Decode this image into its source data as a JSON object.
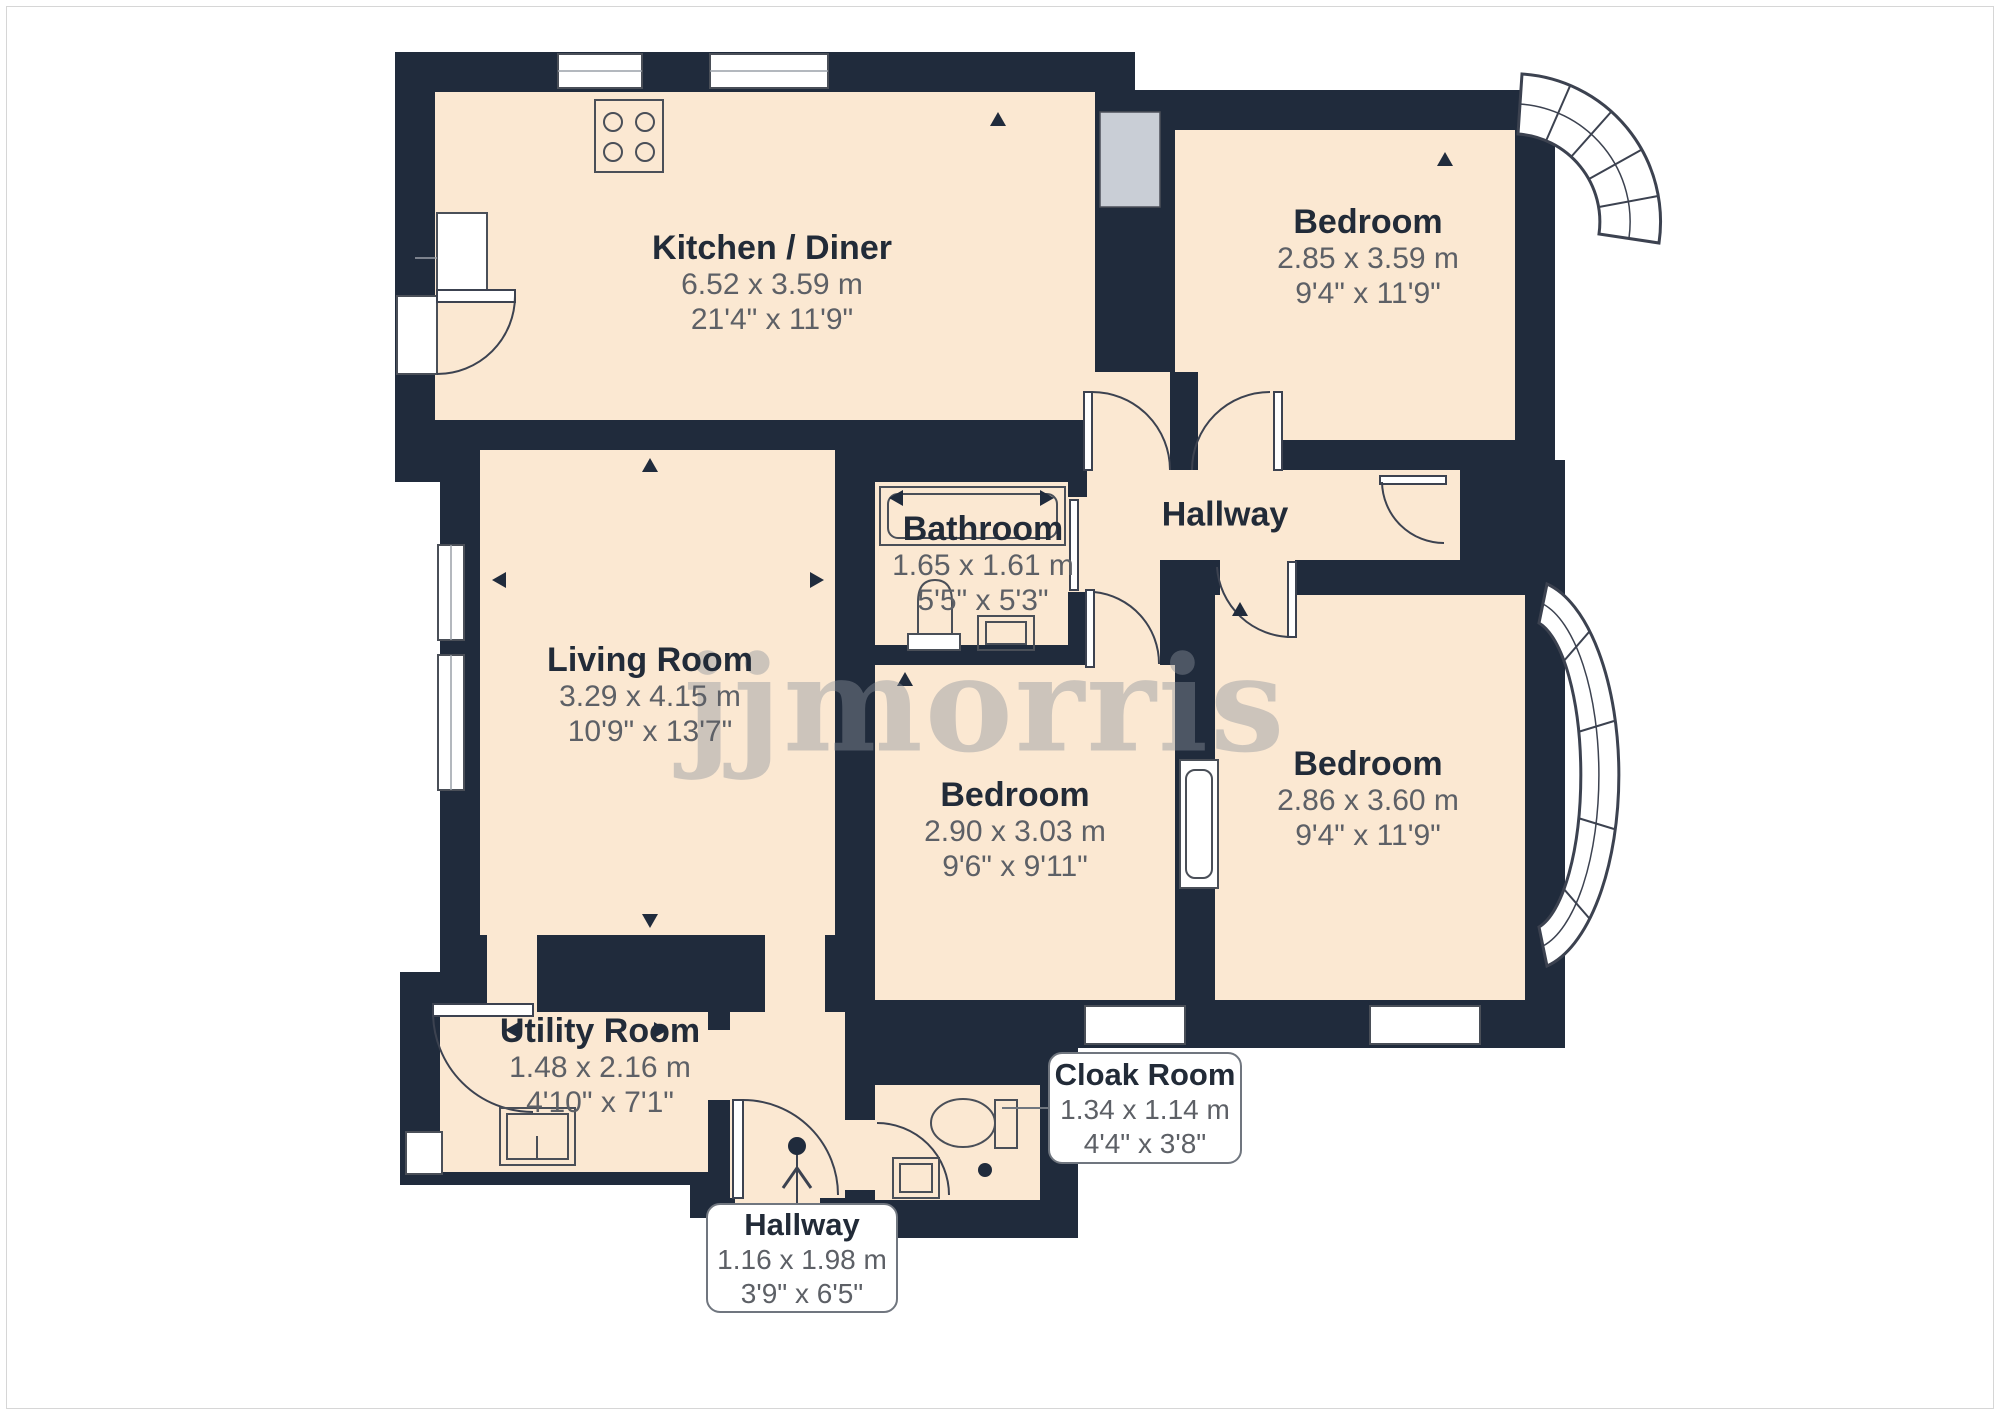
{
  "watermark": "jjmorris",
  "colors": {
    "wall": "#202b3c",
    "room_fill": "#fbe8d2",
    "fixture_line": "#4a4f58",
    "chimney_gray": "#c9ced6",
    "label_title": "#222b38",
    "label_dims": "#5d6066",
    "callout_border": "#70767f"
  },
  "rooms": [
    {
      "id": "kitchen-diner",
      "name": "Kitchen / Diner",
      "metric": "6.52 x 3.59 m",
      "imperial": "21'4\" x 11'9\""
    },
    {
      "id": "bedroom-top",
      "name": "Bedroom",
      "metric": "2.85 x 3.59 m",
      "imperial": "9'4\" x 11'9\""
    },
    {
      "id": "bathroom",
      "name": "Bathroom",
      "metric": "1.65 x 1.61 m",
      "imperial": "5'5\" x 5'3\""
    },
    {
      "id": "hallway-top",
      "name": "Hallway",
      "metric": "",
      "imperial": ""
    },
    {
      "id": "living-room",
      "name": "Living Room",
      "metric": "3.29 x 4.15 m",
      "imperial": "10'9\" x 13'7\""
    },
    {
      "id": "bedroom-centre",
      "name": "Bedroom",
      "metric": "2.90 x 3.03 m",
      "imperial": "9'6\" x 9'11\""
    },
    {
      "id": "bedroom-right",
      "name": "Bedroom",
      "metric": "2.86 x 3.60 m",
      "imperial": "9'4\" x 11'9\""
    },
    {
      "id": "utility-room",
      "name": "Utility Room",
      "metric": "1.48 x 2.16 m",
      "imperial": "4'10\" x 7'1\""
    }
  ],
  "callouts": [
    {
      "id": "cloak-room",
      "name": "Cloak Room",
      "metric": "1.34 x 1.14 m",
      "imperial": "4'4\" x 3'8\""
    },
    {
      "id": "hallway-bottom",
      "name": "Hallway",
      "metric": "1.16 x 1.98 m",
      "imperial": "3'9\" x 6'5\""
    }
  ]
}
